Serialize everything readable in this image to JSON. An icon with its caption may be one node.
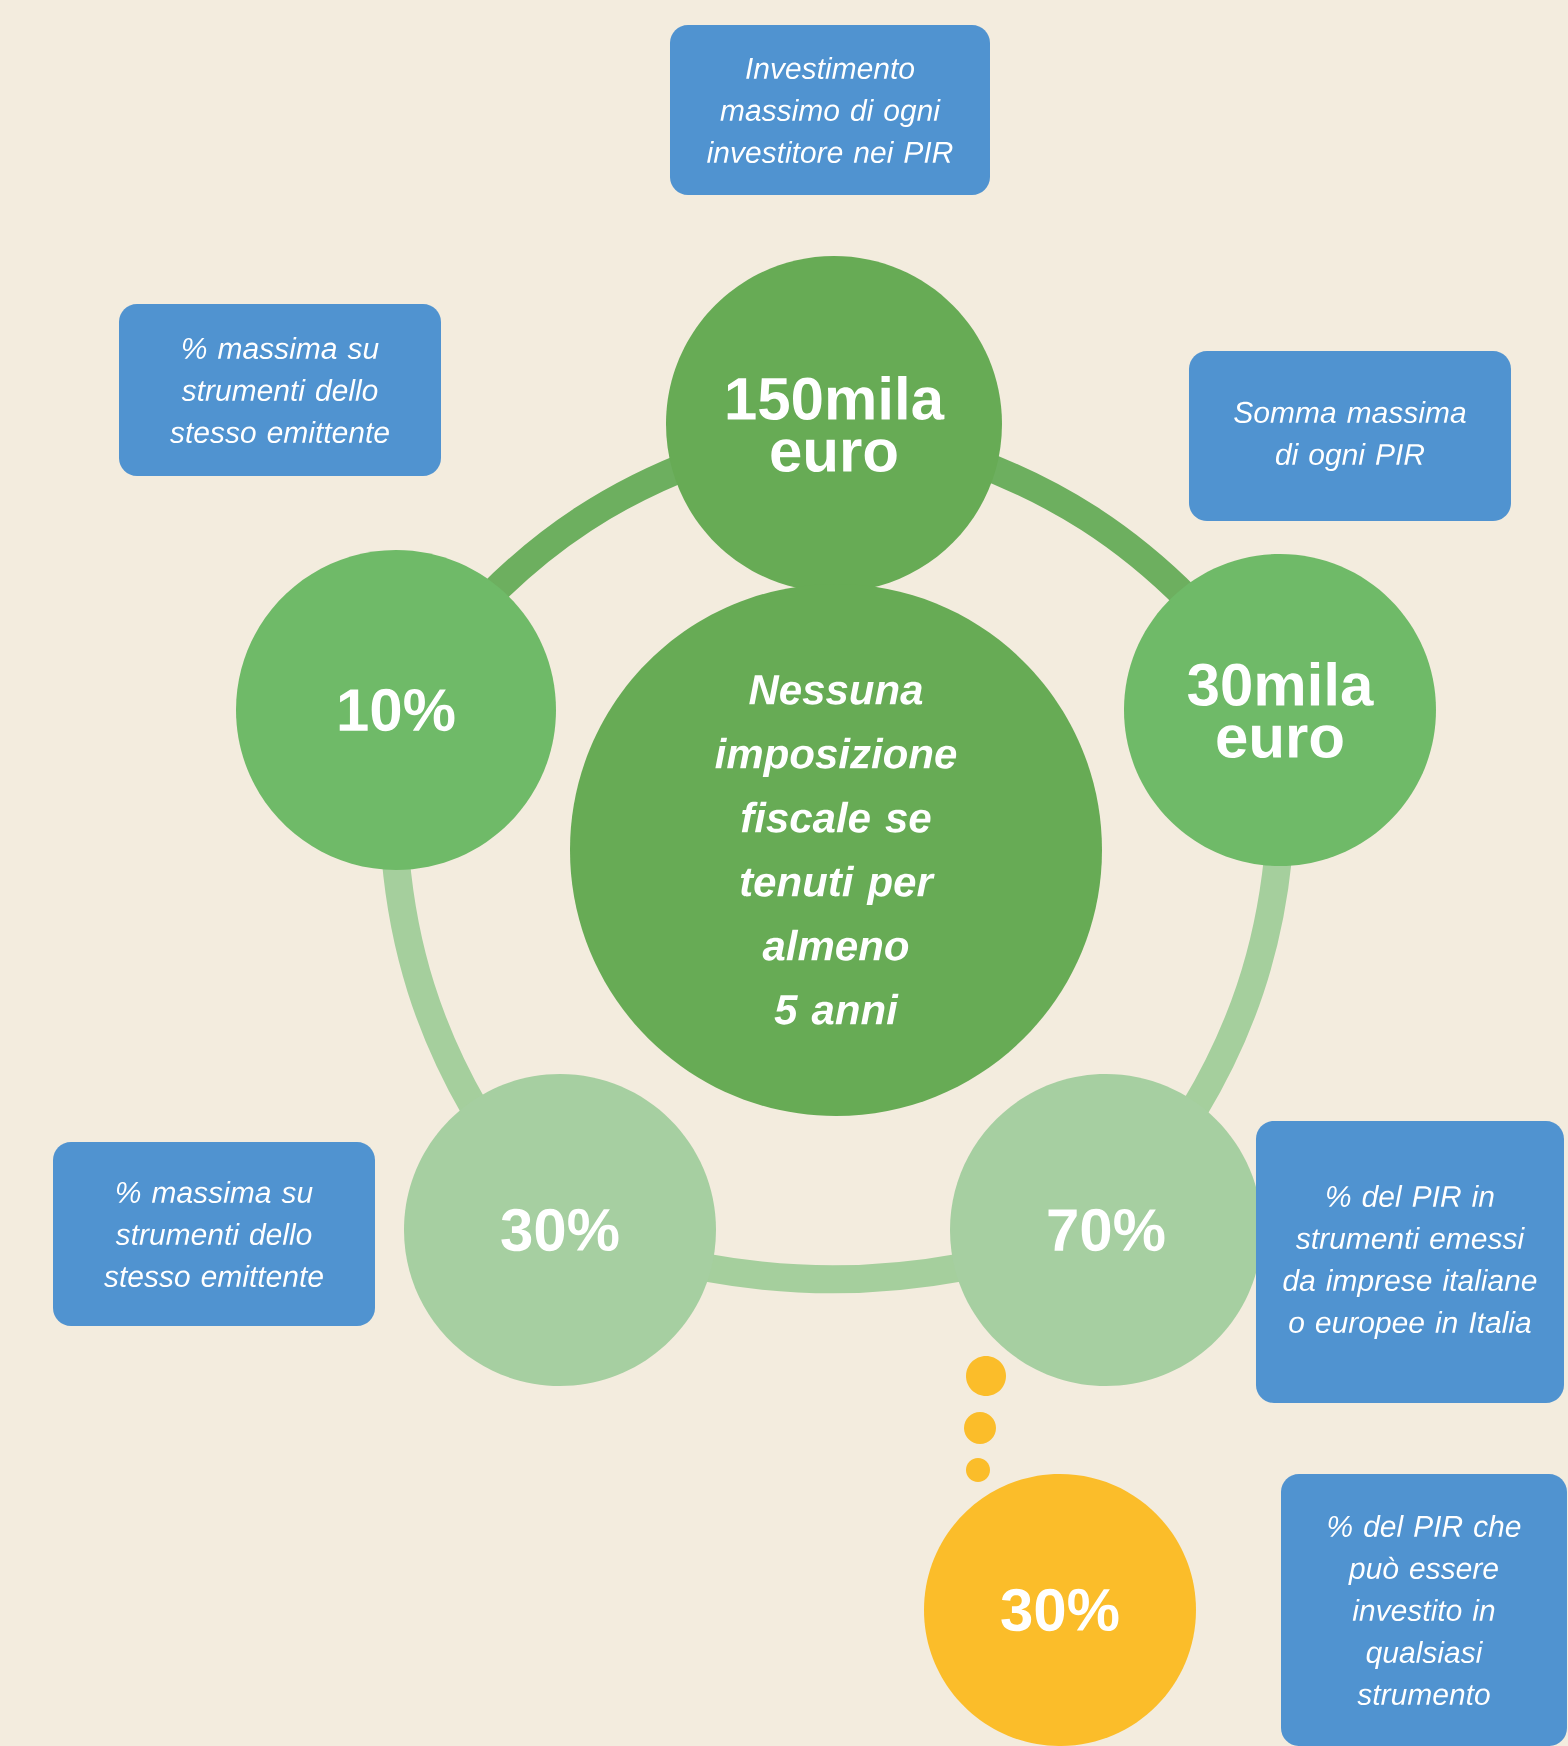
{
  "diagram": {
    "nodes": [
      {
        "text": [
          "Investimento massimo di ogni investitore nei PIR"
        ]
      },
      {
        "text": [
          "150mila euro"
        ]
      },
      {
        "text": [
          "% massima su strumenti dello stesso emittente"
        ]
      },
      {
        "text": [
          "Somma massima di ogni PIR"
        ]
      },
      {
        "text": [
          "10%"
        ]
      },
      {
        "text": [
          "Nessuna imposizione fiscale se tenuti per almeno 5 anni"
        ]
      },
      {
        "text": [
          "30mila euro"
        ]
      },
      {
        "text": [
          "% massima su strumenti dello stesso emittente"
        ]
      },
      {
        "text": [
          "30%"
        ]
      },
      {
        "text": [
          "70%"
        ]
      },
      {
        "text": [
          "% del PIR in strumenti emessi da imprese italiane o europee in Italia"
        ]
      },
      {
        "text": [
          "30%"
        ]
      },
      {
        "text": [
          "% del PIR che può essere investito in qualsiasi strumento"
        ]
      }
    ],
    "edges": [
      {
        "from": 4,
        "to": 1,
        "arrow": "none",
        "color": "#6daf5f"
      },
      {
        "from": 1,
        "to": 6,
        "arrow": "none",
        "color": "#6daf5f"
      },
      {
        "from": 6,
        "to": 9,
        "arrow": "none"
      },
      {
        "from": 9,
        "to": 8,
        "arrow": "none"
      },
      {
        "from": 8,
        "to": 4,
        "arrow": "none"
      }
    ]
  }
}
